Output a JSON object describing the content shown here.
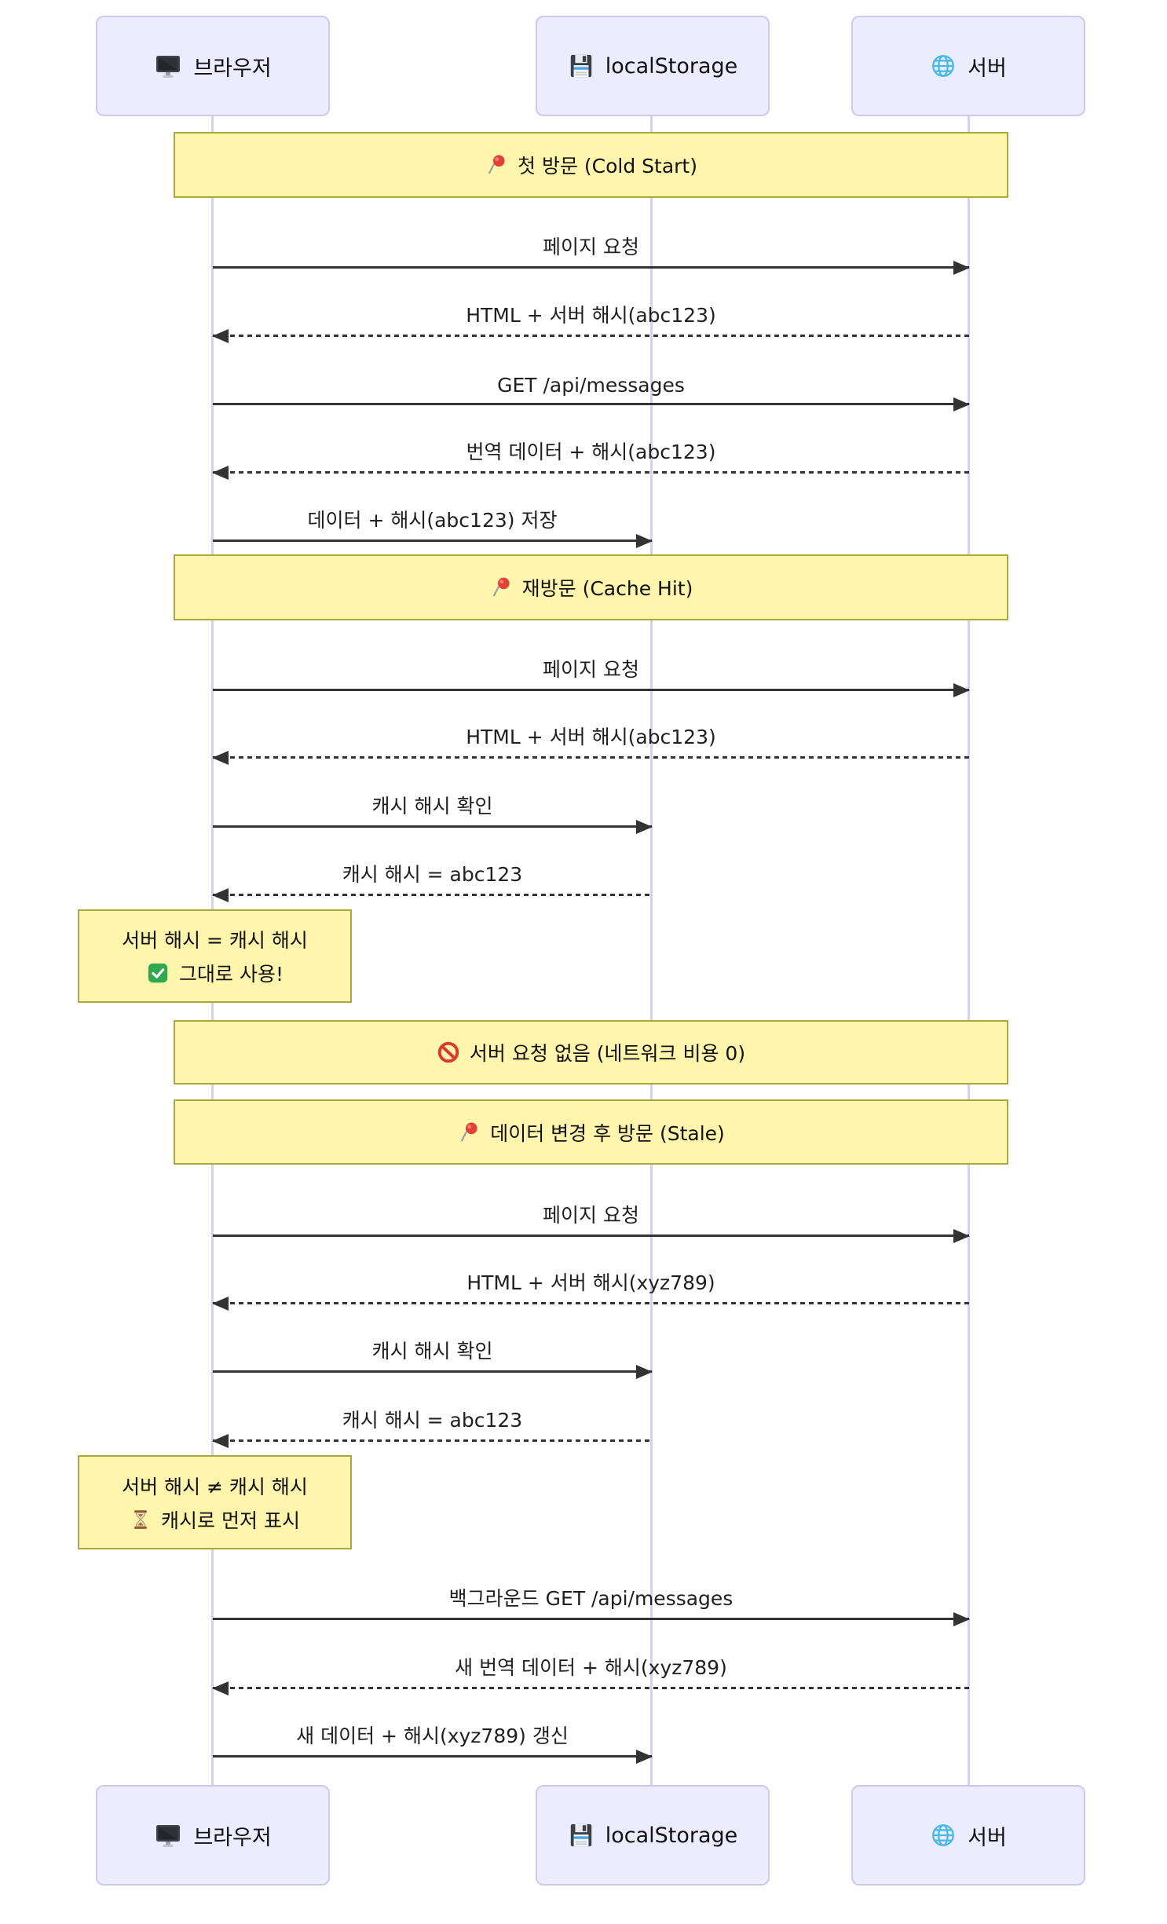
{
  "diagram_type": "sequence-diagram",
  "actors": [
    {
      "id": "browser",
      "label": "브라우저",
      "icon": "monitor-icon"
    },
    {
      "id": "localstorage",
      "label": "localStorage",
      "icon": "floppy-disk-icon"
    },
    {
      "id": "server",
      "label": "서버",
      "icon": "globe-icon"
    }
  ],
  "notes": [
    {
      "span": "browser-server",
      "lines": [
        {
          "icon": "pushpin-icon",
          "text": "첫 방문 (Cold Start)"
        }
      ]
    },
    {
      "span": "browser-server",
      "lines": [
        {
          "icon": "pushpin-icon",
          "text": "재방문 (Cache Hit)"
        }
      ]
    },
    {
      "span": "browser",
      "lines": [
        {
          "icon": "",
          "text": "서버 해시 = 캐시 해시"
        },
        {
          "icon": "check-icon",
          "text": "그대로 사용!"
        }
      ]
    },
    {
      "span": "browser-server",
      "lines": [
        {
          "icon": "no-entry-icon",
          "text": "서버 요청 없음 (네트워크 비용 0)"
        }
      ]
    },
    {
      "span": "browser-server",
      "lines": [
        {
          "icon": "pushpin-icon",
          "text": "데이터 변경 후 방문 (Stale)"
        }
      ]
    },
    {
      "span": "browser",
      "lines": [
        {
          "icon": "",
          "text": "서버 해시 ≠ 캐시 해시"
        },
        {
          "icon": "hourglass-icon",
          "text": "캐시로 먼저 표시"
        }
      ]
    }
  ],
  "messages": [
    {
      "from": "브라우저",
      "to": "서버",
      "style": "solid",
      "label": "페이지 요청"
    },
    {
      "from": "서버",
      "to": "브라우저",
      "style": "dotted",
      "label": "HTML + 서버 해시(abc123)"
    },
    {
      "from": "브라우저",
      "to": "서버",
      "style": "solid",
      "label": "GET /api/messages"
    },
    {
      "from": "서버",
      "to": "브라우저",
      "style": "dotted",
      "label": "번역 데이터 + 해시(abc123)"
    },
    {
      "from": "브라우저",
      "to": "localStorage",
      "style": "solid",
      "label": "데이터 + 해시(abc123) 저장"
    },
    {
      "from": "브라우저",
      "to": "서버",
      "style": "solid",
      "label": "페이지 요청"
    },
    {
      "from": "서버",
      "to": "브라우저",
      "style": "dotted",
      "label": "HTML + 서버 해시(abc123)"
    },
    {
      "from": "브라우저",
      "to": "localStorage",
      "style": "solid",
      "label": "캐시 해시 확인"
    },
    {
      "from": "localStorage",
      "to": "브라우저",
      "style": "dotted",
      "label": "캐시 해시 = abc123"
    },
    {
      "from": "브라우저",
      "to": "서버",
      "style": "solid",
      "label": "페이지 요청"
    },
    {
      "from": "서버",
      "to": "브라우저",
      "style": "dotted",
      "label": "HTML + 서버 해시(xyz789)"
    },
    {
      "from": "브라우저",
      "to": "localStorage",
      "style": "solid",
      "label": "캐시 해시 확인"
    },
    {
      "from": "localStorage",
      "to": "브라우저",
      "style": "dotted",
      "label": "캐시 해시 = abc123"
    },
    {
      "from": "브라우저",
      "to": "서버",
      "style": "solid",
      "label": "백그라운드 GET /api/messages"
    },
    {
      "from": "서버",
      "to": "브라우저",
      "style": "dotted",
      "label": "새 번역 데이터 + 해시(xyz789)"
    },
    {
      "from": "브라우저",
      "to": "localStorage",
      "style": "solid",
      "label": "새 데이터 + 해시(xyz789) 갱신"
    }
  ],
  "colors": {
    "actor_fill": "#ECECFF",
    "actor_border": "#CEC7EC",
    "lifeline": "#D8D0EE",
    "note_fill": "#FFF5AD",
    "note_border": "#A9A93A",
    "arrow": "#333333",
    "background": "#FFFFFF"
  }
}
